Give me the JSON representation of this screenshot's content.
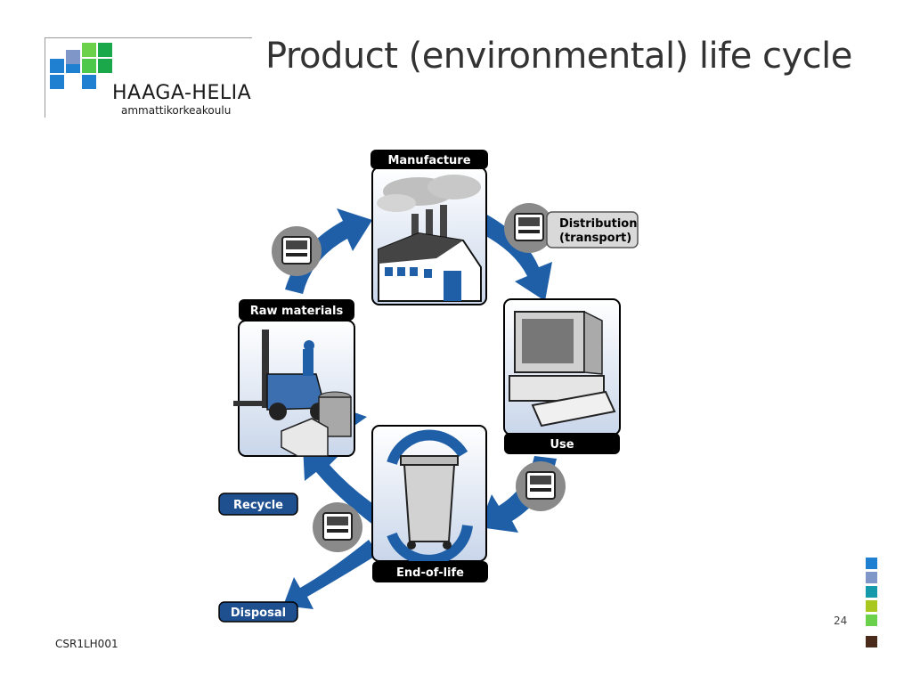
{
  "header": {
    "logo_name": "HAAGA-HELIA",
    "logo_subtitle": "ammattikorkeakoulu",
    "title": "Product (environmental) life cycle"
  },
  "diagram": {
    "stages": {
      "manufacture": "Manufacture",
      "distribution_line1": "Distribution",
      "distribution_line2": "(transport)",
      "use": "Use",
      "end_of_life": "End-of-life",
      "raw_materials": "Raw materials",
      "recycle": "Recycle",
      "disposal": "Disposal"
    },
    "colors": {
      "arrow_blue": "#1f5fa8",
      "label_black": "#000000",
      "recycle_blue": "#1e4f8f"
    }
  },
  "footer": {
    "code": "CSR1LH001",
    "page": "24"
  },
  "side_squares": [
    "#1f7fd0",
    "#7f97c8",
    "#149aaa",
    "#a8c820",
    "#6bd14a",
    "#4a2a1a"
  ]
}
